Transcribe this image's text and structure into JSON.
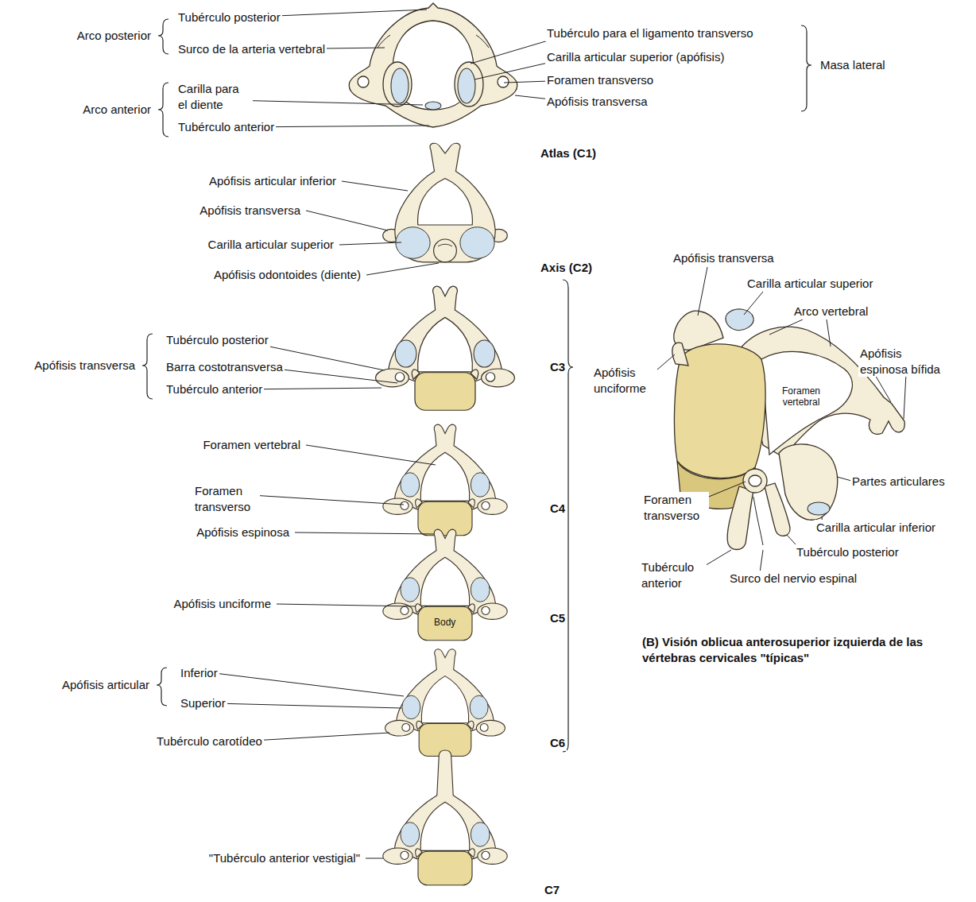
{
  "diagram": {
    "caption": "(B) Visión oblicua anterosuperior izquierda de las vértebras cervicales \"típicas\"",
    "labels": [
      "Arco posterior",
      "Tubérculo posterior",
      "Surco de la arteria vertebral",
      "Arco anterior",
      "Carilla para el diente",
      "Tubérculo anterior",
      "Tubérculo para el ligamento transverso",
      "Carilla articular superior (apófisis)",
      "Foramen transverso",
      "Apófisis transversa",
      "Masa lateral",
      "Atlas (C1)",
      "Apófisis articular inferior",
      "Apófisis transversa",
      "Carilla articular superior",
      "Apófisis odontoides (diente)",
      "Axis (C2)",
      "Apófisis transversa",
      "Tubérculo posterior",
      "Barra costotransversa",
      "Tubérculo anterior",
      "C3",
      "Foramen vertebral",
      "Foramen transverso",
      "C4",
      "Apófisis espinosa",
      "Apófisis unciforme",
      "Body",
      "C5",
      "Apófisis articular",
      "Inferior",
      "Superior",
      "Tubérculo carotídeo",
      "C6",
      "\"Tubérculo anterior vestigial\"",
      "C7",
      "Apófisis transversa",
      "Carilla articular superior",
      "Arco vertebral",
      "Apófisis espinosa bífida",
      "Apófisis unciforme",
      "Foramen vertebral",
      "Partes articulares",
      "Foramen transverso",
      "Carilla articular inferior",
      "Tubérculo posterior",
      "Tubérculo anterior",
      "Surco del nervio espinal"
    ]
  }
}
